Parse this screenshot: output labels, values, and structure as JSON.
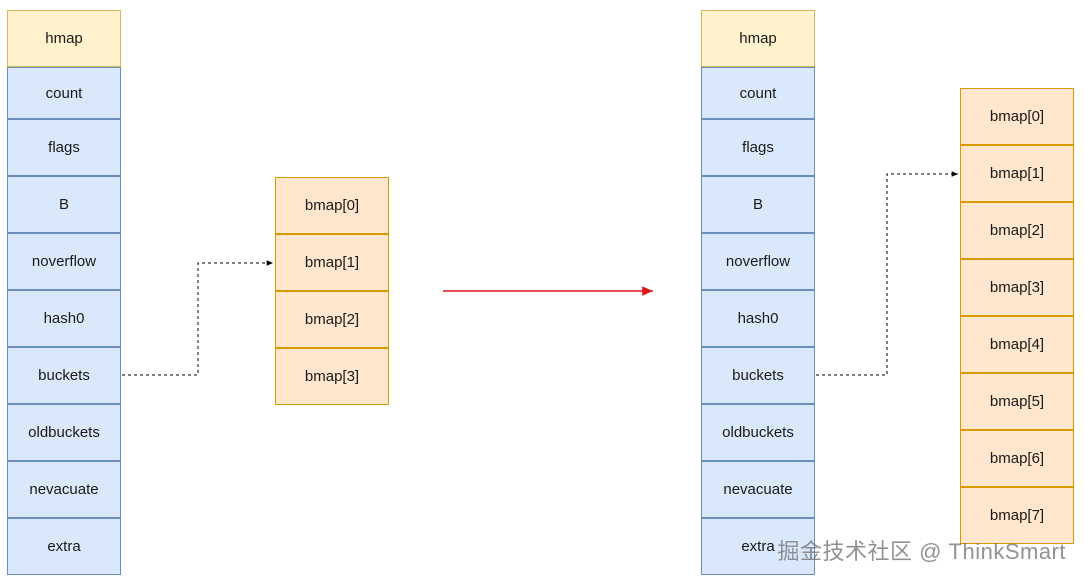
{
  "left_hmap": [
    "hmap",
    "count",
    "flags",
    "B",
    "noverflow",
    "hash0",
    "buckets",
    "oldbuckets",
    "nevacuate",
    "extra"
  ],
  "left_buckets": [
    "bmap[0]",
    "bmap[1]",
    "bmap[2]",
    "bmap[3]"
  ],
  "right_hmap": [
    "hmap",
    "count",
    "flags",
    "B",
    "noverflow",
    "hash0",
    "buckets",
    "oldbuckets",
    "nevacuate",
    "extra"
  ],
  "right_buckets": [
    "bmap[0]",
    "bmap[1]",
    "bmap[2]",
    "bmap[3]",
    "bmap[4]",
    "bmap[5]",
    "bmap[6]",
    "bmap[7]"
  ],
  "watermark": "掘金技术社区 @ ThinkSmart",
  "colors": {
    "header_fill": "#fff2cc",
    "header_stroke": "#d6b656",
    "field_fill": "#dae8fc",
    "field_stroke": "#6c8ebf",
    "bucket_fill": "#ffe6cc",
    "bucket_stroke": "#d79b00",
    "arrow": "#e0161e"
  }
}
